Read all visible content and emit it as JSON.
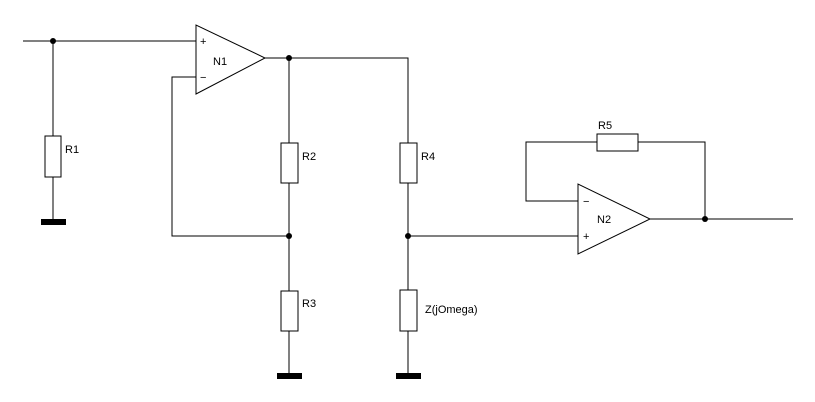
{
  "components": {
    "opamp_n1": {
      "label": "N1",
      "plus": "+",
      "minus": "−"
    },
    "opamp_n2": {
      "label": "N2",
      "plus": "+",
      "minus": "−"
    },
    "r1": {
      "label": "R1"
    },
    "r2": {
      "label": "R2"
    },
    "r3": {
      "label": "R3"
    },
    "r4": {
      "label": "R4"
    },
    "r5": {
      "label": "R5"
    },
    "z": {
      "label": "Z(jOmega)"
    }
  }
}
